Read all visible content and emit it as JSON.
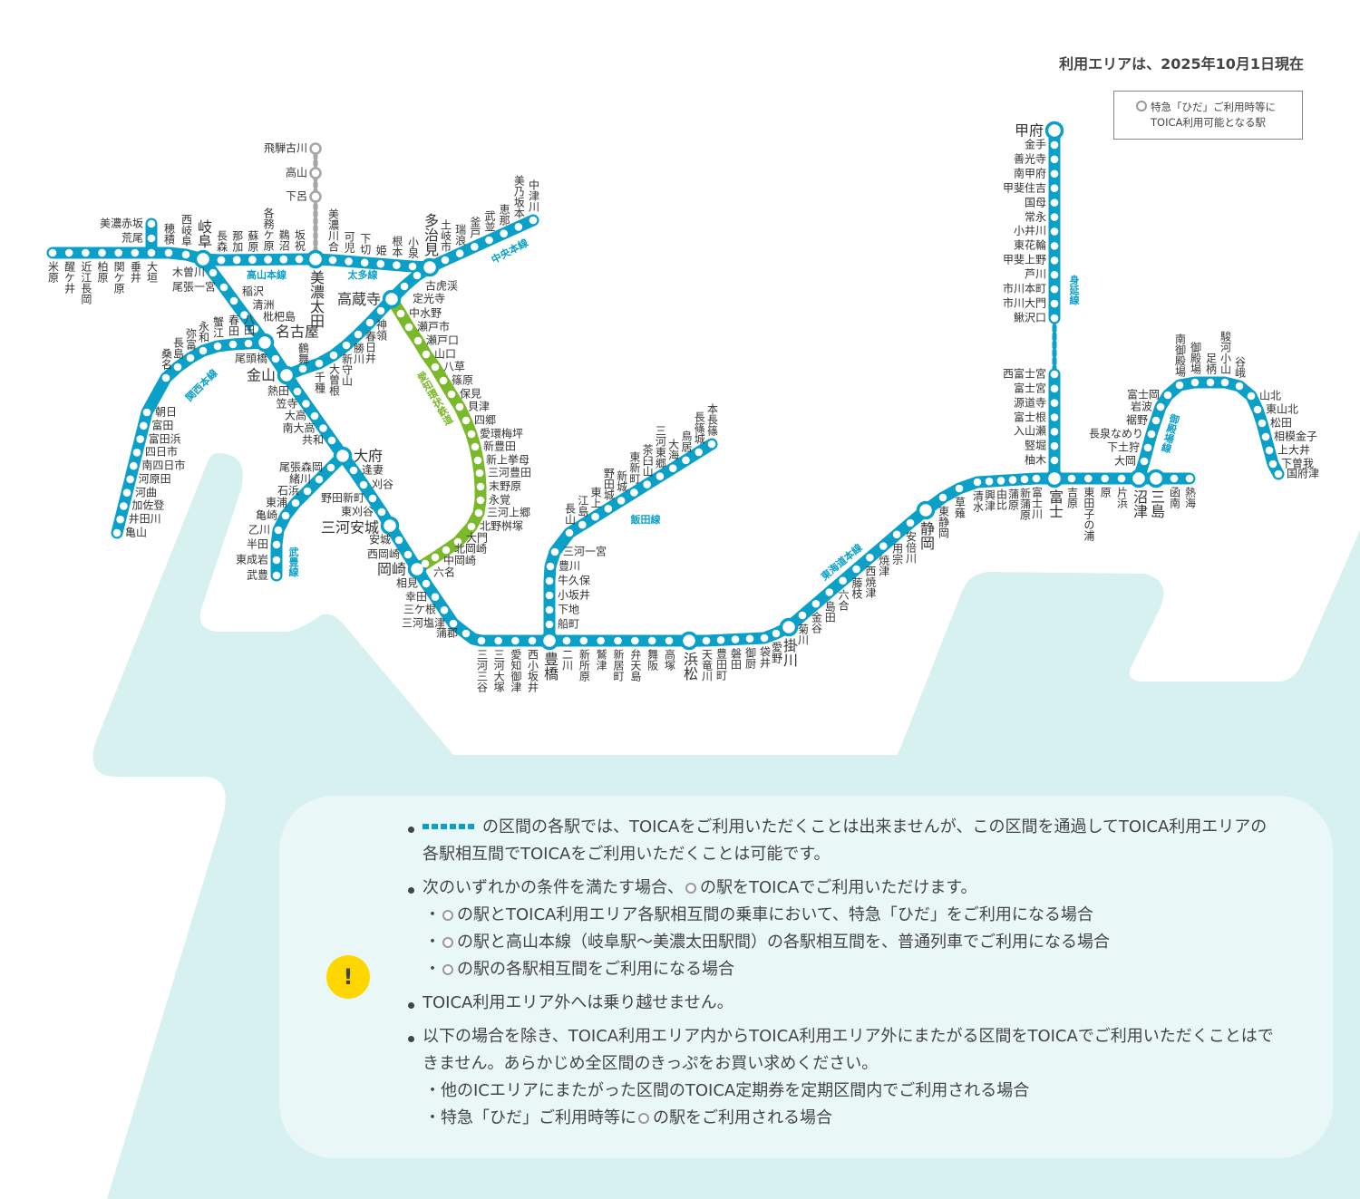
{
  "header": {
    "as_of": "利用エリアは、2025年10月1日現在"
  },
  "legend": {
    "line1": "特急「ひだ」ご利用時等に",
    "line2": "TOICA利用可能となる駅",
    "icon": "grey-hollow-circle"
  },
  "colors": {
    "line": "#0aa0c8",
    "aikan": "#7ab929",
    "land": "#d7f0f0",
    "panel": "#e9f7f6",
    "warn": "#ffd600",
    "hida": "#a6a6a6"
  },
  "lines": {
    "tokaido": {
      "name": "東海道本線",
      "stations": [
        "米原",
        "醒ケ井",
        "近江長岡",
        "柏原",
        "関ケ原",
        "垂井",
        "大垣",
        "穂積",
        "西岐阜",
        "岐阜",
        "木曽川",
        "尾張一宮",
        "稲沢",
        "清洲",
        "枇杷島",
        "名古屋",
        "尾頭橋",
        "金山",
        "熱田",
        "笠寺",
        "大高",
        "南大高",
        "共和",
        "大府",
        "逢妻",
        "刈谷",
        "野田新町",
        "東刈谷",
        "三河安城",
        "安城",
        "西岡崎",
        "岡崎",
        "相見",
        "幸田",
        "三ケ根",
        "三河塩津",
        "蒲郡",
        "三河三谷",
        "三河大塚",
        "愛知御津",
        "西小坂井",
        "豊橋",
        "二川",
        "新所原",
        "鷲津",
        "新居町",
        "弁天島",
        "舞阪",
        "高塚",
        "浜松",
        "天竜川",
        "豊田町",
        "磐田",
        "御厨",
        "袋井",
        "愛野",
        "掛川",
        "菊川",
        "金谷",
        "島田",
        "六合",
        "藤枝",
        "西焼津",
        "焼津",
        "用宗",
        "安倍川",
        "静岡",
        "東静岡",
        "草薙",
        "清水",
        "興津",
        "由比",
        "蒲原",
        "新蒲原",
        "富士川",
        "富士",
        "吉原",
        "東田子の浦",
        "原",
        "片浜",
        "沼津",
        "三島",
        "函南",
        "熱海"
      ]
    },
    "akasaka": {
      "stations": [
        "荒尾",
        "美濃赤坂"
      ]
    },
    "takayama": {
      "name": "高山本線",
      "stations": [
        "長森",
        "那加",
        "蘇原",
        "各務ケ原",
        "鵜沼",
        "坂祝",
        "美濃太田"
      ],
      "hida_stations": [
        "下呂",
        "高山",
        "飛騨古川"
      ]
    },
    "taita": {
      "name": "太多線",
      "stations": [
        "美濃川合",
        "可児",
        "下切",
        "姫",
        "根本",
        "小泉"
      ]
    },
    "chuo": {
      "name": "中央本線",
      "stations": [
        "鶴舞",
        "千種",
        "大曽根",
        "新守山",
        "勝川",
        "春日井",
        "神領",
        "高蔵寺",
        "定光寺",
        "古虎渓",
        "多治見",
        "土岐市",
        "瑞浪",
        "釜戸",
        "武並",
        "恵那",
        "美乃坂本",
        "中津川"
      ]
    },
    "kansai": {
      "name": "関西本線",
      "stations": [
        "八田",
        "春田",
        "蟹江",
        "永和",
        "弥富",
        "長島",
        "桑名",
        "朝日",
        "富田",
        "富田浜",
        "四日市",
        "南四日市",
        "河原田",
        "河曲",
        "加佐登",
        "井田川",
        "亀山"
      ]
    },
    "taketoyo": {
      "name": "武豊線",
      "stations": [
        "尾張森岡",
        "緒川",
        "石浜",
        "東浦",
        "亀崎",
        "乙川",
        "半田",
        "東成岩",
        "武豊"
      ]
    },
    "aikan": {
      "name": "愛知環状鉄道",
      "stations": [
        "中水野",
        "瀬戸市",
        "瀬戸口",
        "山口",
        "八草",
        "篠原",
        "保見",
        "貝津",
        "四郷",
        "愛環梅坪",
        "新豊田",
        "新上挙母",
        "三河豊田",
        "末野原",
        "永覚",
        "三河上郷",
        "北野桝塚",
        "大門",
        "北岡崎",
        "中岡崎",
        "六名"
      ]
    },
    "iida": {
      "name": "飯田線",
      "stations": [
        "船町",
        "下地",
        "小坂井",
        "牛久保",
        "豊川",
        "三河一宮",
        "長山",
        "江島",
        "東上",
        "野田城",
        "新城",
        "東新町",
        "茶臼山",
        "三河東郷",
        "大海",
        "鳥居",
        "長篠城",
        "本長篠"
      ]
    },
    "minobu": {
      "name": "身延線",
      "stations": [
        "甲府",
        "金手",
        "善光寺",
        "南甲府",
        "甲斐住吉",
        "国母",
        "常永",
        "小井川",
        "東花輪",
        "甲斐上野",
        "芦川",
        "市川本町",
        "市川大門",
        "鰍沢口",
        "西富士宮",
        "富士宮",
        "源道寺",
        "富士根",
        "入山瀬",
        "竪堀",
        "柚木"
      ]
    },
    "gotemba": {
      "name": "御殿場線",
      "stations": [
        "大岡",
        "下土狩",
        "長泉なめり",
        "裾野",
        "岩波",
        "富士岡",
        "南御殿場",
        "御殿場",
        "足柄",
        "駿河小山",
        "谷峨",
        "山北",
        "東山北",
        "松田",
        "相模金子",
        "上大井",
        "下曽我",
        "国府津"
      ]
    }
  },
  "notes": {
    "warn_icon": "!",
    "n1": {
      "text": "の区間の各駅では、TOICAをご利用いただくことは出来ませんが、この区間を通過してTOICA利用エリアの各駅相互間でTOICAをご利用いただくことは可能です。"
    },
    "n2": {
      "pre": "次のいずれかの条件を満たす場合、",
      "post": "の駅をTOICAでご利用いただけます。",
      "subs": [
        "の駅とTOICA利用エリア各駅相互間の乗車において、特急「ひだ」をご利用になる場合",
        "の駅と高山本線（岐阜駅〜美濃太田駅間）の各駅相互間を、普通列車でご利用になる場合",
        "の駅の各駅相互間をご利用になる場合"
      ]
    },
    "n3": {
      "text": "TOICA利用エリア外へは乗り越せません。"
    },
    "n4": {
      "text": "以下の場合を除き、TOICA利用エリア内からTOICA利用エリア外にまたがる区間をTOICAでご利用いただくことはできません。あらかじめ全区間のきっぷをお買い求めください。",
      "sub1": "他のICエリアにまたがった区間のTOICA定期券を定期区間内でご利用される場合",
      "sub2_pre": "特急「ひだ」ご利用時等に",
      "sub2_post": "の駅をご利用される場合"
    }
  }
}
